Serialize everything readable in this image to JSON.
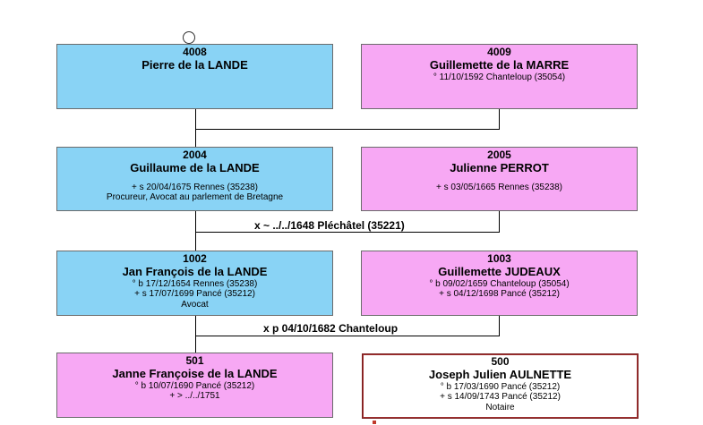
{
  "colors": {
    "male": "#89d3f5",
    "female": "#f7a8f4",
    "root": "#ffffff",
    "connector": "#000000"
  },
  "gen1": {
    "father": {
      "number": "4008",
      "name": "Pierre de la LANDE"
    },
    "mother": {
      "number": "4009",
      "name": "Guillemette de la MARRE",
      "line1": "° 11/10/1592 Chanteloup (35054)"
    }
  },
  "gen2": {
    "father": {
      "number": "2004",
      "name": "Guillaume de la LANDE",
      "line1": "+ s 20/04/1675 Rennes (35238)",
      "line2": "Procureur, Avocat au parlement de Bretagne"
    },
    "mother": {
      "number": "2005",
      "name": "Julienne PERROT",
      "line1": "+ s 03/05/1665 Rennes (35238)"
    },
    "marriage": "x ~ ../../1648 Pléchâtel (35221)"
  },
  "gen3": {
    "father": {
      "number": "1002",
      "name": "Jan François de la LANDE",
      "line1": "° b 17/12/1654 Rennes (35238)",
      "line2": "+ s 17/07/1699 Pancé (35212)",
      "line3": "Avocat"
    },
    "mother": {
      "number": "1003",
      "name": "Guillemette JUDEAUX",
      "line1": "° b 09/02/1659 Chanteloup (35054)",
      "line2": "+ s 04/12/1698 Pancé (35212)"
    },
    "marriage": "x p 04/10/1682 Chanteloup"
  },
  "gen4": {
    "child": {
      "number": "501",
      "name": "Janne Françoise de la LANDE",
      "line1": "° b 10/07/1690 Pancé (35212)",
      "line2": "+ > ../../1751"
    },
    "spouse": {
      "number": "500",
      "name": "Joseph Julien AULNETTE",
      "line1": "° b 17/03/1690 Pancé (35212)",
      "line2": "+ s 14/09/1743 Pancé (35212)",
      "line3": "Notaire"
    }
  }
}
